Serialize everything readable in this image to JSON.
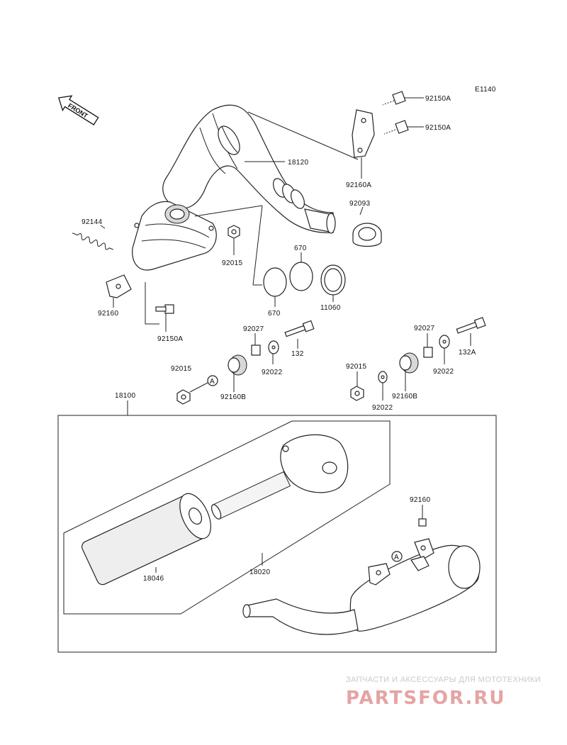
{
  "diagram": {
    "ref_code": "E1140",
    "front_label": "FRONT",
    "callout_mark": "A",
    "labels": {
      "92150A_top": "92150A",
      "92150A_mid": "92150A",
      "18120": "18120",
      "92160A": "92160A",
      "92093": "92093",
      "92144": "92144",
      "92015_upper": "92015",
      "670_top": "670",
      "670_bottom": "670",
      "11060": "11060",
      "92160": "92160",
      "92150A_low": "92150A",
      "92027_left": "92027",
      "132": "132",
      "92022_left": "92022",
      "92015_left": "92015",
      "92160B_left": "92160B",
      "92027_right": "92027",
      "132A": "132A",
      "92022_right": "92022",
      "92015_right": "92015",
      "92160B_right": "92160B",
      "92022_bottom": "92022",
      "18100": "18100",
      "92160_right": "92160",
      "18046": "18046",
      "18020": "18020"
    }
  },
  "watermark": {
    "subtitle": "ЗАПЧАСТИ И АКСЕССУАРЫ ДЛЯ МОТОТЕХНИКИ",
    "brand": "PARTSFOR.RU"
  }
}
